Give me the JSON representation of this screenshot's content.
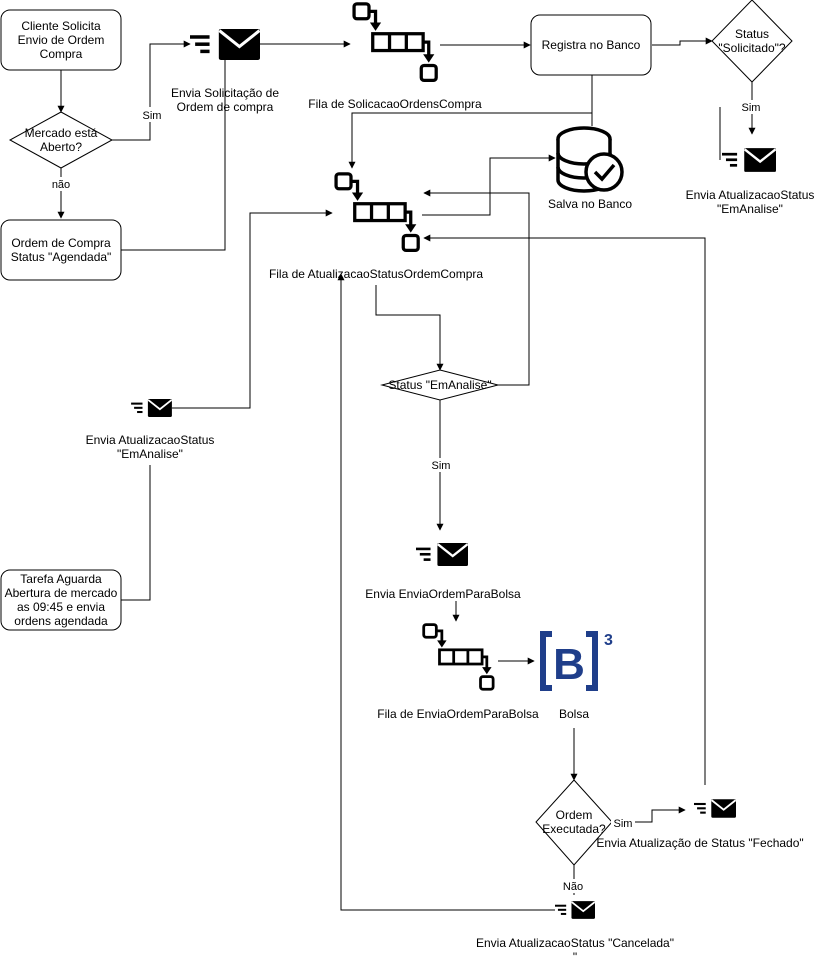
{
  "nodes": {
    "cliente_solicita": [
      "Cliente Solicita",
      "Envio de Ordem",
      "Compra"
    ],
    "mercado_aberto": [
      "Mercado está",
      "Aberto?"
    ],
    "ordem_agendada": [
      "Ordem de Compra",
      "Status \"Agendada\""
    ],
    "envia_solicitacao": [
      "Envia Solicitação de",
      "Ordem de compra"
    ],
    "fila_solicitacao": "Fila de SolicacaoOrdensCompra",
    "registra_banco": "Registra no Banco",
    "status_solicitado": [
      "Status",
      "\"Solicitado\"?"
    ],
    "salva_banco": "Salva no Banco",
    "envia_emanalise_right": [
      "Envia AtualizacaoStatus",
      "\"EmAnalise\""
    ],
    "fila_atualizacao": "Fila de AtualizacaoStatusOrdemCompra",
    "status_emanalise": "Status  \"EmAnalise\"",
    "envia_emanalise_left": [
      "Envia AtualizacaoStatus",
      "\"EmAnalise\""
    ],
    "tarefa_aguarda": [
      "Tarefa Aguarda",
      "Abertura de mercado",
      "as 09:45 e envia",
      "ordens agendada"
    ],
    "envia_bolsa": "Envia EnviaOrdemParaBolsa",
    "fila_bolsa": "Fila de EnviaOrdemParaBolsa",
    "b3_logo": "[B]3",
    "bolsa": "Bolsa",
    "ordem_executada": [
      "Ordem",
      "Executada?"
    ],
    "envia_fechado": "Envia Atualização de Status \"Fechado\"",
    "envia_cancelada": [
      "Envia AtualizacaoStatus \"Cancelada\"",
      "\""
    ]
  },
  "edge_labels": {
    "sim_mercado": "Sim",
    "nao_mercado": "não",
    "sim_solicitado": "Sim",
    "sim_emanalise": "Sim",
    "sim_executada": "Sim",
    "nao_executada": "Não"
  },
  "colors": {
    "stroke": "#000000",
    "node_fill": "#ffffff",
    "b3_blue": "#1f3e8a"
  }
}
